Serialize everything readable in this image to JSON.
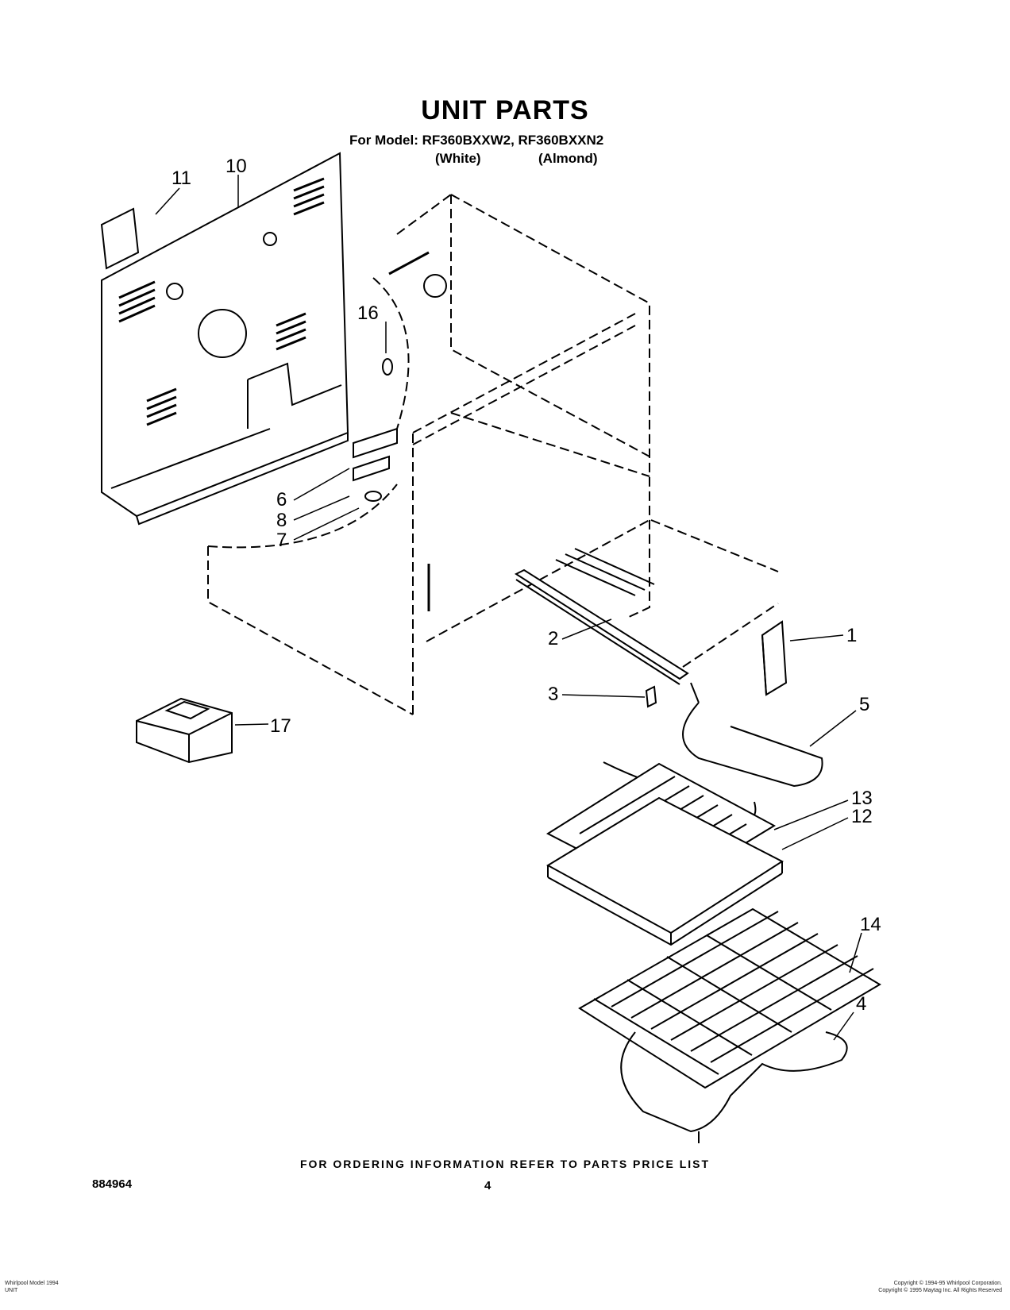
{
  "header": {
    "title": "UNIT PARTS",
    "model_line": "For Model: RF360BXXW2, RF360BXXN2",
    "variant_white": "(White)",
    "variant_almond": "(Almond)"
  },
  "callouts": [
    "1",
    "2",
    "3",
    "4",
    "5",
    "6",
    "7",
    "8",
    "10",
    "11",
    "12",
    "13",
    "14",
    "16",
    "17"
  ],
  "footer": {
    "ordering_note": "FOR ORDERING INFORMATION REFER TO PARTS PRICE LIST",
    "doc_number": "884964",
    "page_number": "4",
    "fine_print_left": [
      "Whirlpool Model 1994",
      "UNIT"
    ],
    "fine_print_right": [
      "Copyright © 1994-95 Whirlpool Corporation.",
      "Copyright © 1995 Maytag Inc. All Rights Reserved"
    ]
  }
}
